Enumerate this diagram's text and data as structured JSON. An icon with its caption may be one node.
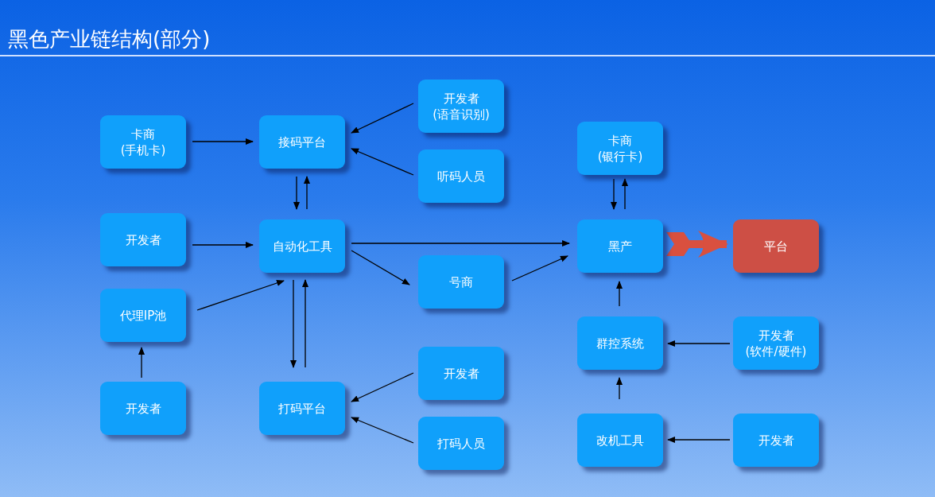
{
  "diagram": {
    "title": "黑色产业链结构(部分)",
    "nodes": [
      {
        "text": [
          "卡商",
          "(手机卡)"
        ]
      },
      {
        "text": [
          "接码平台"
        ]
      },
      {
        "text": [
          "开发者",
          "(语音识别)"
        ]
      },
      {
        "text": [
          "听码人员"
        ]
      },
      {
        "text": [
          "开发者"
        ]
      },
      {
        "text": [
          "自动化工具"
        ]
      },
      {
        "text": [
          "代理IP池"
        ]
      },
      {
        "text": [
          "号商"
        ]
      },
      {
        "text": [
          "开发者"
        ]
      },
      {
        "text": [
          "打码平台"
        ]
      },
      {
        "text": [
          "开发者"
        ]
      },
      {
        "text": [
          "打码人员"
        ]
      },
      {
        "text": [
          "卡商",
          "(银行卡)"
        ]
      },
      {
        "text": [
          "黑产"
        ]
      },
      {
        "text": [
          "平台"
        ]
      },
      {
        "text": [
          "群控系统"
        ]
      },
      {
        "text": [
          "开发者",
          "(软件/硬件)"
        ]
      },
      {
        "text": [
          "改机工具"
        ]
      },
      {
        "text": [
          "开发者"
        ]
      }
    ],
    "edges": [
      {
        "from": 0,
        "to": 1,
        "arrow": "to"
      },
      {
        "from": 2,
        "to": 1,
        "arrow": "to"
      },
      {
        "from": 3,
        "to": 1,
        "arrow": "to"
      },
      {
        "from": 1,
        "to": 5,
        "arrow": "to"
      },
      {
        "from": 5,
        "to": 1,
        "arrow": "to"
      },
      {
        "from": 4,
        "to": 5,
        "arrow": "to"
      },
      {
        "from": 6,
        "to": 5,
        "arrow": "to"
      },
      {
        "from": 8,
        "to": 6,
        "arrow": "to"
      },
      {
        "from": 5,
        "to": 13,
        "arrow": "to"
      },
      {
        "from": 5,
        "to": 7,
        "arrow": "to"
      },
      {
        "from": 7,
        "to": 13,
        "arrow": "to"
      },
      {
        "from": 5,
        "to": 9,
        "arrow": "to"
      },
      {
        "from": 9,
        "to": 5,
        "arrow": "to"
      },
      {
        "from": 10,
        "to": 9,
        "arrow": "to"
      },
      {
        "from": 11,
        "to": 9,
        "arrow": "to"
      },
      {
        "from": 12,
        "to": 13,
        "arrow": "to"
      },
      {
        "from": 13,
        "to": 12,
        "arrow": "to"
      },
      {
        "from": 13,
        "to": 14,
        "arrow": "to",
        "style": "thick",
        "color": "#d9503f"
      },
      {
        "from": 15,
        "to": 13,
        "arrow": "to"
      },
      {
        "from": 16,
        "to": 15,
        "arrow": "to"
      },
      {
        "from": 17,
        "to": 15,
        "arrow": "to"
      },
      {
        "from": 18,
        "to": 17,
        "arrow": "to"
      }
    ]
  }
}
